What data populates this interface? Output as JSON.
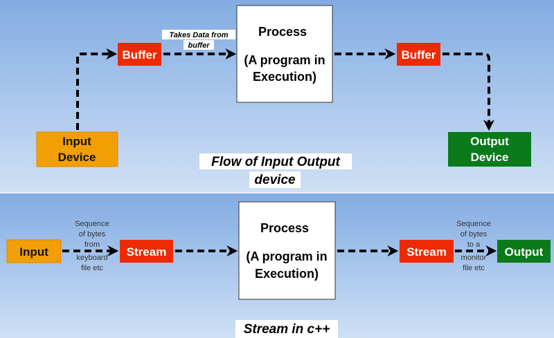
{
  "top": {
    "process": [
      "Process",
      "(A program in",
      "Execution)"
    ],
    "buffer_in": "Buffer",
    "buffer_out": "Buffer",
    "input_device": [
      "Input",
      "Device"
    ],
    "output_device": [
      "Output",
      "Device"
    ],
    "edge_label": [
      "Takes Data from",
      "buffer"
    ],
    "caption": [
      "Flow of Input Output",
      "device"
    ]
  },
  "bottom": {
    "process": [
      "Process",
      "(A program in",
      "Execution)"
    ],
    "input": "Input",
    "stream_in": "Stream",
    "stream_out": "Stream",
    "output": "Output",
    "in_label": [
      "Sequence",
      "of bytes",
      "from",
      "keyboard",
      "file etc"
    ],
    "out_label": [
      "Sequence",
      "of bytes",
      "to a",
      "monitor",
      "file etc"
    ],
    "caption": "Stream in c++"
  },
  "colors": {
    "orange": "#f29f05",
    "red": "#ee2a00",
    "green": "#0a7a1a",
    "process": "#ffffff"
  }
}
